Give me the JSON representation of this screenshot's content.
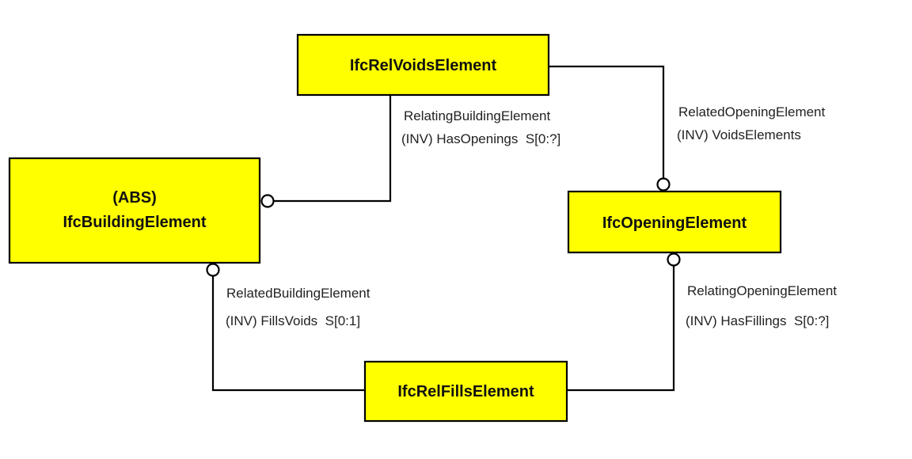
{
  "colors": {
    "box_fill": "#ffff00",
    "stroke": "#000000"
  },
  "entities": {
    "rel_voids": {
      "label": "IfcRelVoidsElement"
    },
    "building_element": {
      "abs": "(ABS)",
      "label": "IfcBuildingElement"
    },
    "opening_element": {
      "label": "IfcOpeningElement"
    },
    "rel_fills": {
      "label": "IfcRelFillsElement"
    }
  },
  "relations": {
    "relating_building": {
      "line1": "RelatingBuildingElement",
      "line2": "(INV) HasOpenings  S[0:?]"
    },
    "related_opening": {
      "line1": "RelatedOpeningElement",
      "line2": "(INV) VoidsElements"
    },
    "related_building": {
      "line1": "RelatedBuildingElement",
      "line2": "(INV) FillsVoids  S[0:1]"
    },
    "relating_opening": {
      "line1": "RelatingOpeningElement",
      "line2": "(INV) HasFillings  S[0:?]"
    }
  }
}
